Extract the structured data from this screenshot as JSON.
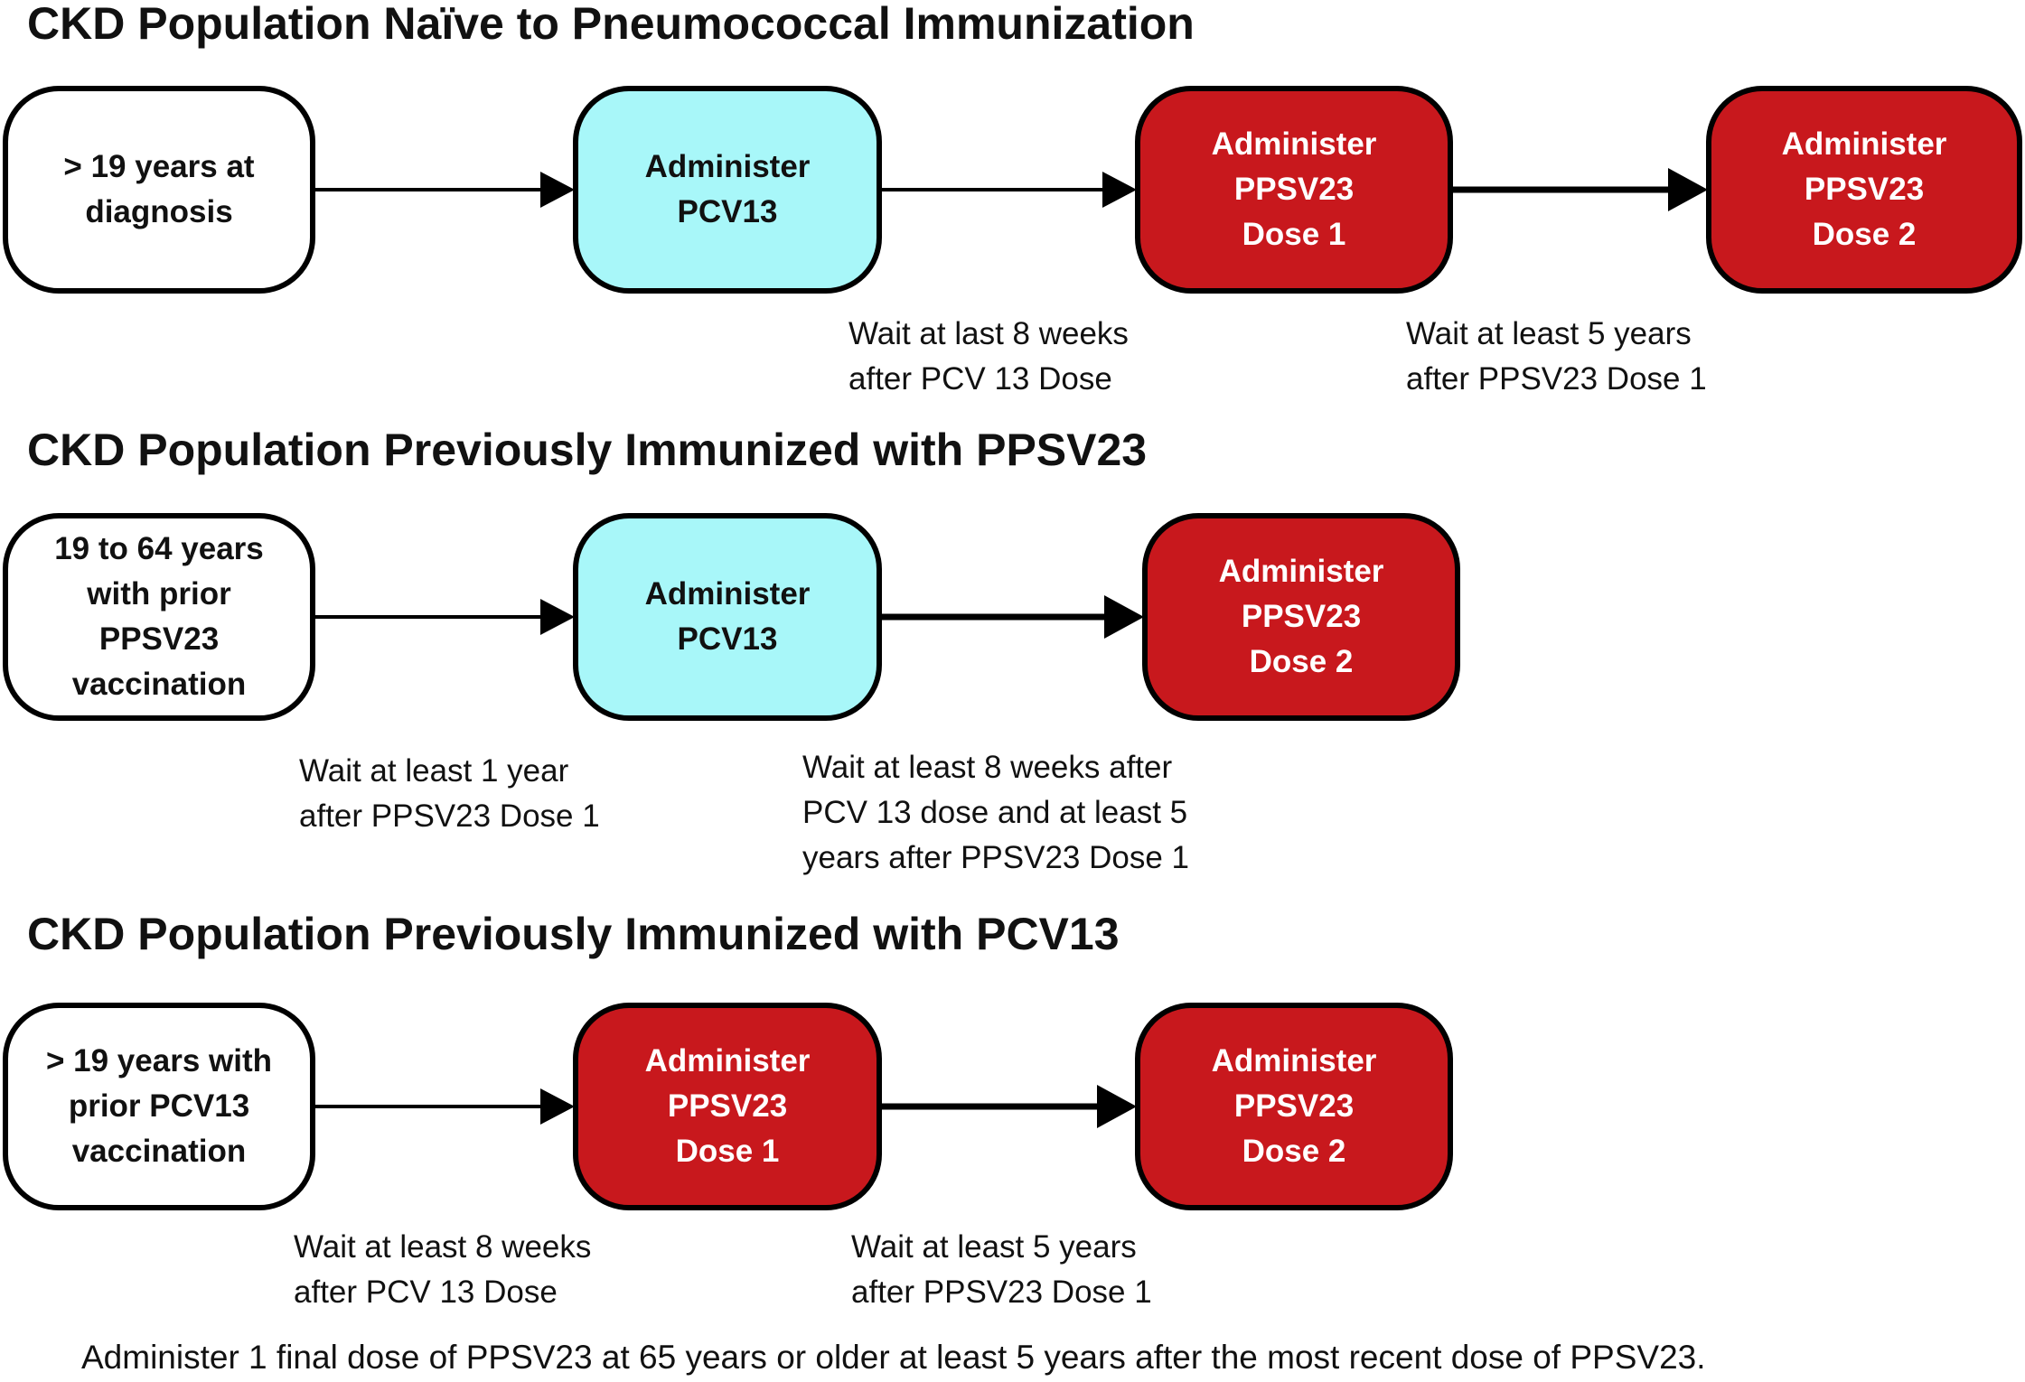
{
  "sections": [
    {
      "title": "CKD Population Naïve to Pneumococcal Immunization",
      "nodes": [
        {
          "lines": [
            "> 19 years at",
            "diagnosis"
          ],
          "color": "#ffffff"
        },
        {
          "lines": [
            "Administer",
            "PCV13"
          ],
          "color": "#a8f7f9"
        },
        {
          "lines": [
            "Administer",
            "PPSV23",
            "Dose 1"
          ],
          "color": "#c8181d"
        },
        {
          "lines": [
            "Administer",
            "PPSV23",
            "Dose 2"
          ],
          "color": "#c8181d"
        }
      ],
      "notes": [
        {
          "lines": [
            "Wait at last 8 weeks",
            "after PCV 13 Dose"
          ]
        },
        {
          "lines": [
            "Wait at least 5 years",
            "after PPSV23 Dose 1"
          ]
        }
      ]
    },
    {
      "title": "CKD Population Previously Immunized with PPSV23",
      "nodes": [
        {
          "lines": [
            "19 to 64 years",
            "with prior",
            "PPSV23",
            "vaccination"
          ],
          "color": "#ffffff"
        },
        {
          "lines": [
            "Administer",
            "PCV13"
          ],
          "color": "#a8f7f9"
        },
        {
          "lines": [
            "Administer",
            "PPSV23",
            "Dose 2"
          ],
          "color": "#c8181d"
        }
      ],
      "notes": [
        {
          "lines": [
            "Wait at least 1 year",
            "after PPSV23 Dose 1"
          ]
        },
        {
          "lines": [
            "Wait at least 8 weeks after",
            "PCV 13 dose and at least 5",
            "years after PPSV23 Dose 1"
          ]
        }
      ]
    },
    {
      "title": "CKD Population Previously Immunized with PCV13",
      "nodes": [
        {
          "lines": [
            "> 19 years with",
            "prior PCV13",
            "vaccination"
          ],
          "color": "#ffffff"
        },
        {
          "lines": [
            "Administer",
            "PPSV23",
            "Dose 1"
          ],
          "color": "#c8181d"
        },
        {
          "lines": [
            "Administer",
            "PPSV23",
            "Dose 2"
          ],
          "color": "#c8181d"
        }
      ],
      "notes": [
        {
          "lines": [
            "Wait at least 8 weeks",
            "after PCV 13 Dose"
          ]
        },
        {
          "lines": [
            "Wait at least 5 years",
            "after PPSV23 Dose 1"
          ]
        }
      ]
    }
  ],
  "footnote": "Administer 1 final dose of PPSV23 at 65 years or older at least 5 years after the most recent dose of PPSV23."
}
